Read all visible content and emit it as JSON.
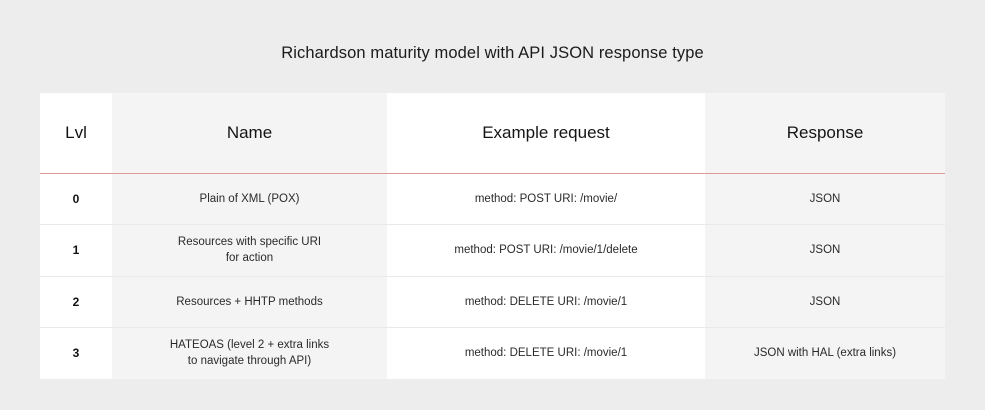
{
  "page": {
    "title": "Richardson maturity model with API JSON response type",
    "background_color": "#ededed",
    "accent_rule_color": "#dd9a9a",
    "shaded_column_color": "#f4f4f4",
    "plain_column_color": "#ffffff"
  },
  "table": {
    "columns": [
      {
        "key": "lvl",
        "label": "Lvl",
        "shaded": false
      },
      {
        "key": "name",
        "label": "Name",
        "shaded": true
      },
      {
        "key": "request",
        "label": "Example request",
        "shaded": false
      },
      {
        "key": "response",
        "label": "Response",
        "shaded": true
      }
    ],
    "rows": [
      {
        "lvl": "0",
        "name_lines": [
          "Plain of XML (POX)"
        ],
        "request": "method: POST URI: /movie/",
        "response": "JSON"
      },
      {
        "lvl": "1",
        "name_lines": [
          "Resources with specific URI",
          "for action"
        ],
        "request": "method: POST URI: /movie/1/delete",
        "response": "JSON"
      },
      {
        "lvl": "2",
        "name_lines": [
          "Resources + HHTP methods"
        ],
        "request": "method: DELETE URI: /movie/1",
        "response": "JSON"
      },
      {
        "lvl": "3",
        "name_lines": [
          "HATEOAS (level 2 + extra links",
          "to navigate through API)"
        ],
        "request": "method: DELETE URI: /movie/1",
        "response": "JSON with HAL (extra links)"
      }
    ]
  }
}
